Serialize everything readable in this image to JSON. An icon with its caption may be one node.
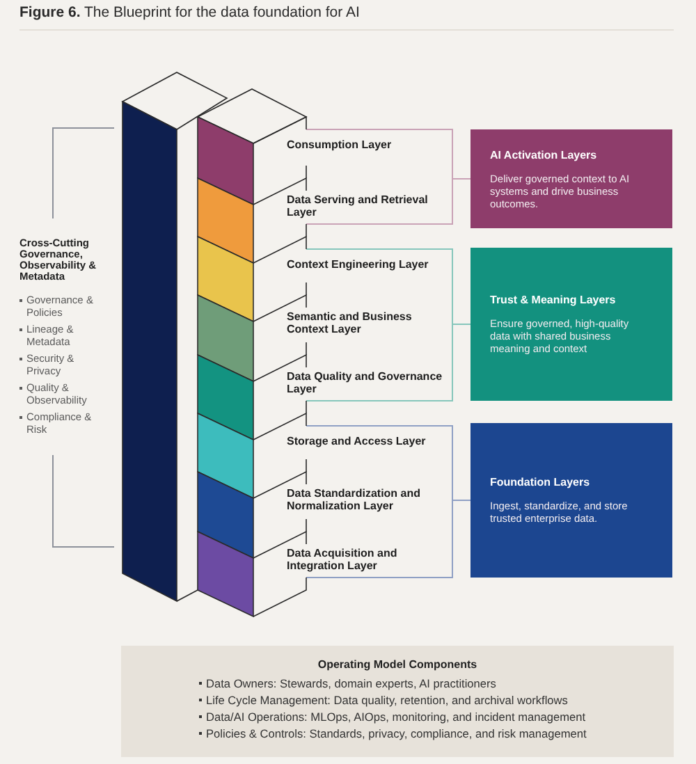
{
  "diagram": {
    "title": "**Figure 6.** The Blueprint for the data foundation for AI",
    "nodes": [
      {
        "text": [],
        "shape": "bar",
        "beside": [
          "Cross-Cutting Governance, Observability & Metadata",
          "Governance & Policies",
          "Lineage & Metadata",
          "Security & Privacy",
          "Quality & Observability",
          "Compliance & Risk"
        ]
      },
      {
        "text": [
          "Consumption Layer"
        ]
      },
      {
        "text": [
          "Data Serving and Retrieval Layer"
        ]
      },
      {
        "text": [
          "Context Engineering Layer"
        ]
      },
      {
        "text": [
          "Semantic and Business Context Layer"
        ]
      },
      {
        "text": [
          "Data Quality and Governance Layer"
        ]
      },
      {
        "text": [
          "Storage and Access Layer"
        ]
      },
      {
        "text": [
          "Data Standardization and Normalization Layer"
        ]
      },
      {
        "text": [
          "Data Acquisition and Integration Layer"
        ]
      },
      {
        "text": [
          "AI Activation Layers",
          "Deliver governed context to AI systems and drive business outcomes."
        ]
      },
      {
        "text": [
          "Trust & Meaning Layers",
          "Ensure governed, high-quality data with shared business meaning and context"
        ]
      },
      {
        "text": [
          "Foundation Layers",
          "Ingest, standardize, and store trusted enterprise data."
        ]
      },
      {
        "text": [
          "Operating Model Components",
          "Data Owners: Stewards, domain experts, AI practitioners",
          "Life Cycle Management: Data quality, retention, and archival workflows",
          "Data/AI Operations: MLOps, AIOps, monitoring, and incident management",
          "Policies & Controls: Standards, privacy, compliance, and risk management"
        ]
      }
    ],
    "edges": [
      {
        "from": 1,
        "to": 9,
        "arrow": "none",
        "color": "#c9a2b6"
      },
      {
        "from": 2,
        "to": 9,
        "arrow": "none",
        "color": "#c9a2b6"
      },
      {
        "from": 3,
        "to": 10,
        "arrow": "none",
        "color": "#86c6bb"
      },
      {
        "from": 5,
        "to": 10,
        "arrow": "none",
        "color": "#86c6bb"
      },
      {
        "from": 6,
        "to": 11,
        "arrow": "none",
        "color": "#8fa0c4"
      },
      {
        "from": 8,
        "to": 11,
        "arrow": "none",
        "color": "#8fa0c4"
      }
    ]
  }
}
